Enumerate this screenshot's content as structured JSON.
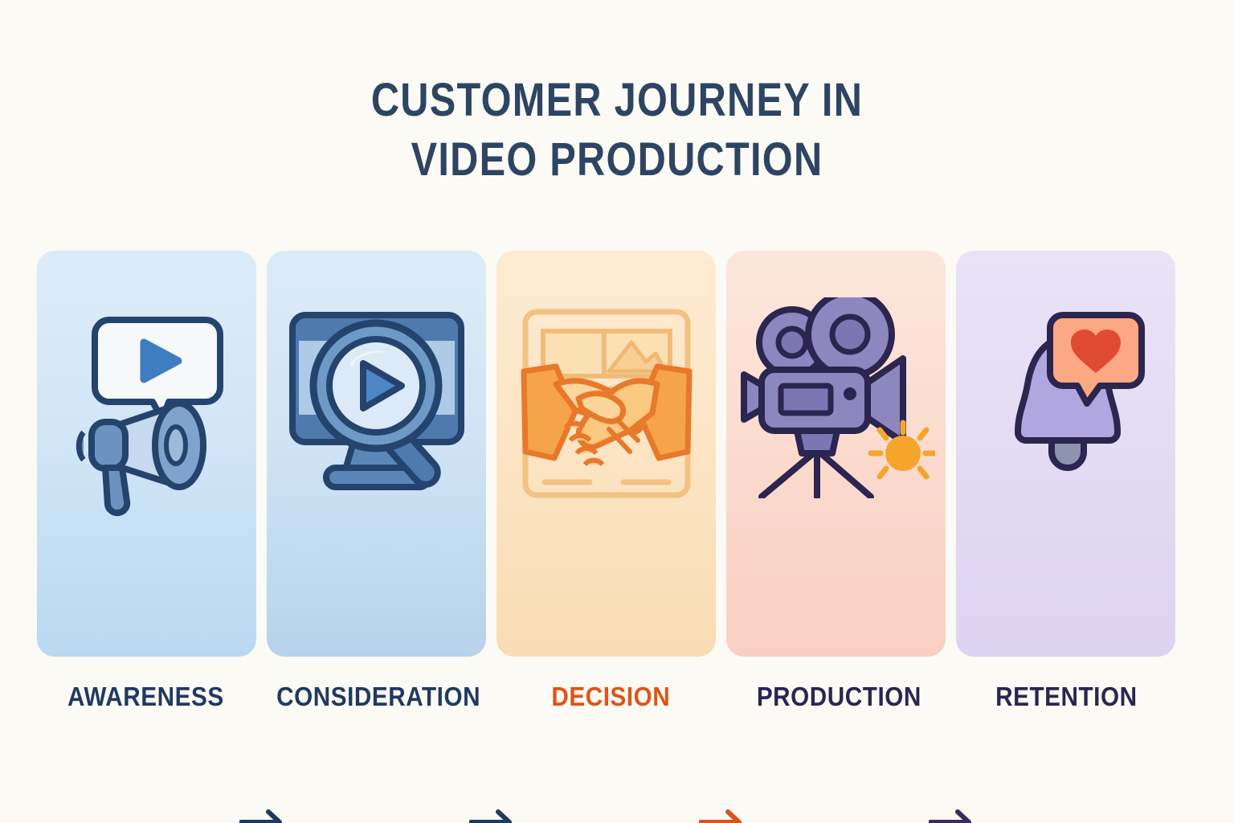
{
  "title": {
    "line1": "CUSTOMER JOURNEY IN",
    "line2": "VIDEO PRODUCTION",
    "color": "#2E4463"
  },
  "background_color": "#FCFAF4",
  "stages": [
    {
      "label": "AWARENESS",
      "label_color": "#1F3A5F",
      "icon_name": "megaphone-speech-bubble-play-icon",
      "card_gradient_top": "#DCEBF8",
      "card_gradient_bottom": "#B9D8F0"
    },
    {
      "label": "CONSIDERATION",
      "label_color": "#1F3A5F",
      "icon_name": "monitor-magnifier-play-icon",
      "card_gradient_top": "#DDEBF7",
      "card_gradient_bottom": "#B6D3EC"
    },
    {
      "label": "DECISION",
      "label_color": "#DE5418",
      "icon_name": "handshake-contract-icon",
      "card_gradient_top": "#FDEBD2",
      "card_gradient_bottom": "#F9DCB4"
    },
    {
      "label": "PRODUCTION",
      "label_color": "#2B2550",
      "icon_name": "movie-camera-tripod-icon",
      "card_gradient_top": "#FCE4DA",
      "card_gradient_bottom": "#F9CFC2"
    },
    {
      "label": "RETENTION",
      "label_color": "#2B2550",
      "icon_name": "notification-bell-heart-icon",
      "card_gradient_top": "#EAE3F6",
      "card_gradient_bottom": "#DDD3F2"
    }
  ],
  "arrows": [
    {
      "name": "arrow-awareness-to-consideration",
      "color": "#1F3A5F"
    },
    {
      "name": "arrow-consideration-to-decision",
      "color": "#1F3A5F"
    },
    {
      "name": "arrow-decision-to-production",
      "color": "#D9531E"
    },
    {
      "name": "arrow-production-to-retention",
      "color": "#3A2D57"
    }
  ]
}
